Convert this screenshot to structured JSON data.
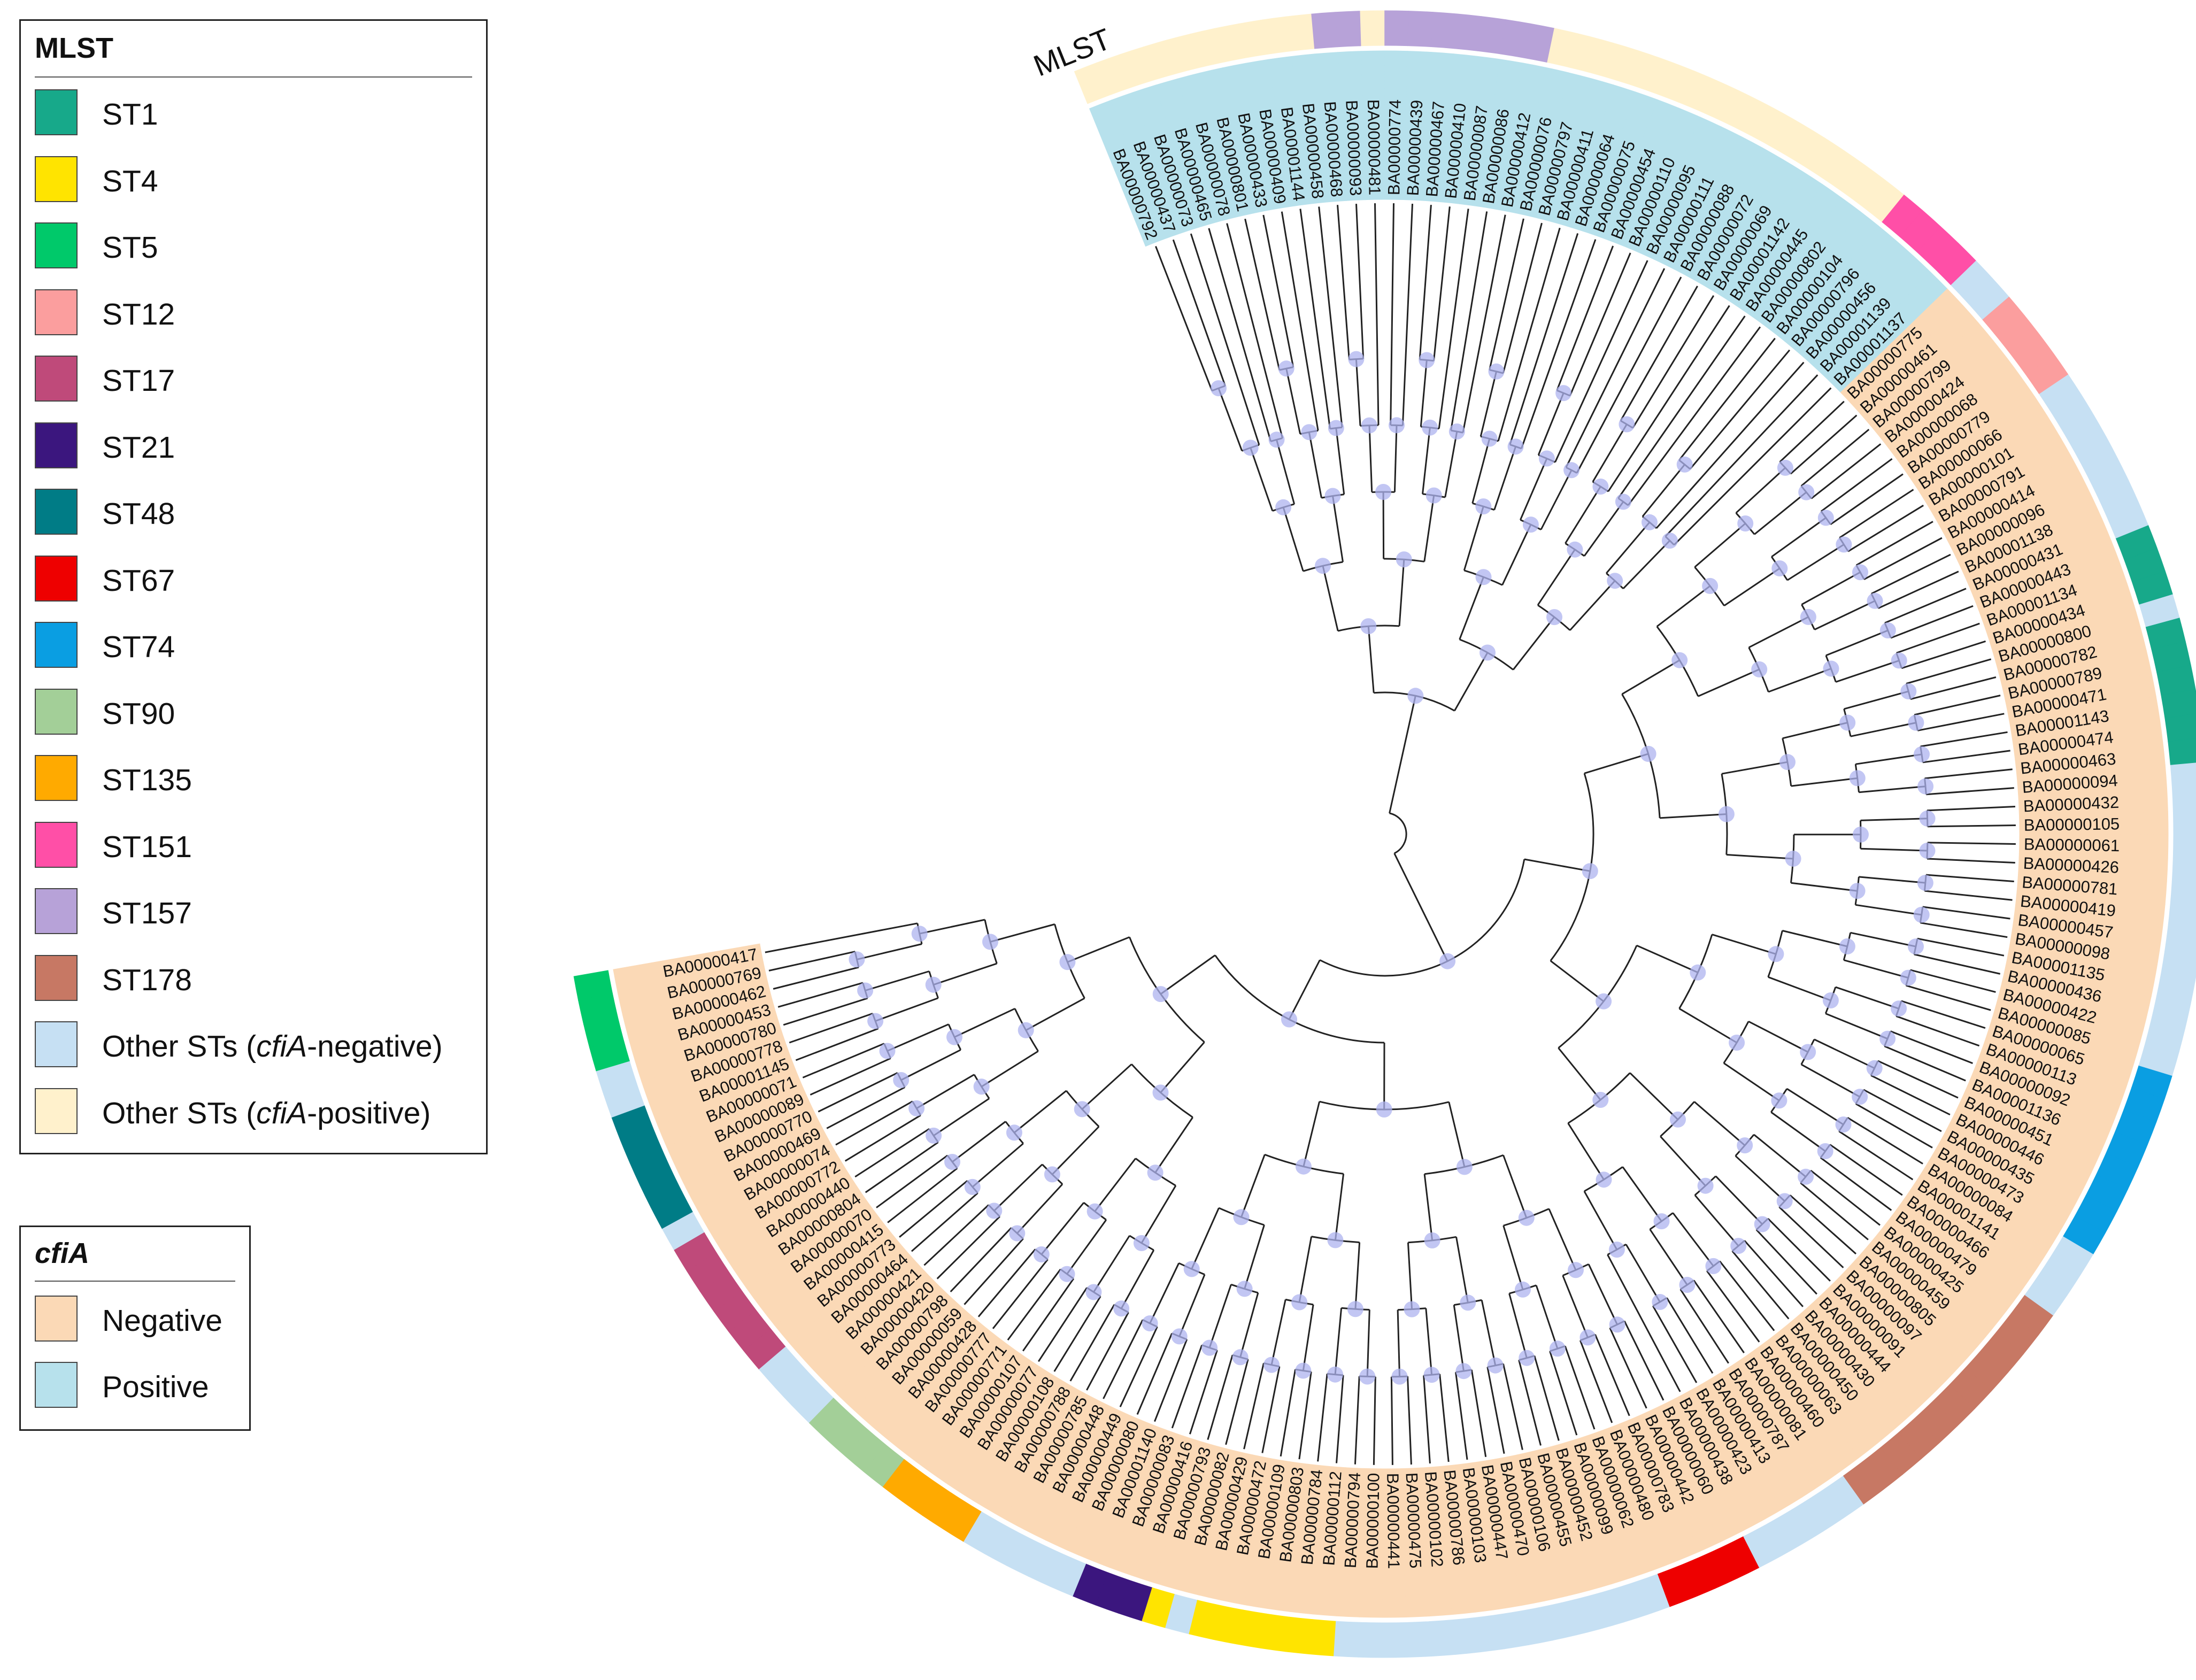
{
  "legend_mlst": {
    "title": "MLST",
    "items": [
      {
        "label": "ST1",
        "color": "#17a98a"
      },
      {
        "label": "ST4",
        "color": "#ffe400"
      },
      {
        "label": "ST5",
        "color": "#00c96a"
      },
      {
        "label": "ST12",
        "color": "#fb9e9e"
      },
      {
        "label": "ST17",
        "color": "#bf4a7a"
      },
      {
        "label": "ST21",
        "color": "#3b167e"
      },
      {
        "label": "ST48",
        "color": "#007c86"
      },
      {
        "label": "ST67",
        "color": "#ee0000"
      },
      {
        "label": "ST74",
        "color": "#0a9ee2"
      },
      {
        "label": "ST90",
        "color": "#a3cf98"
      },
      {
        "label": "ST135",
        "color": "#ffaa00"
      },
      {
        "label": "ST151",
        "color": "#ff4fa7"
      },
      {
        "label": "ST157",
        "color": "#b7a2d8"
      },
      {
        "label": "ST178",
        "color": "#c77864"
      },
      {
        "label_prefix": "Other STs (",
        "label_italic": "cfiA",
        "label_suffix": "-negative)",
        "color": "#c6e0f3"
      },
      {
        "label_prefix": "Other STs (",
        "label_italic": "cfiA",
        "label_suffix": "-positive)",
        "color": "#fff1cc"
      }
    ]
  },
  "legend_cfia": {
    "title": "cfiA",
    "items": [
      {
        "label": "Negative",
        "color": "#fbd9b6"
      },
      {
        "label": "Positive",
        "color": "#b7e1ec"
      }
    ]
  },
  "ring_label": "MLST",
  "tips": [
    {
      "id": "BA00000417",
      "cfiA": "Negative",
      "mlst": "ST5"
    },
    {
      "id": "BA00000769",
      "cfiA": "Negative",
      "mlst": "ST5"
    },
    {
      "id": "BA00000462",
      "cfiA": "Negative",
      "mlst": "ST5"
    },
    {
      "id": "BA00000453",
      "cfiA": "Negative",
      "mlst": "ST5"
    },
    {
      "id": "BA00000780",
      "cfiA": "Negative",
      "mlst": "Other-neg"
    },
    {
      "id": "BA00000778",
      "cfiA": "Negative",
      "mlst": "Other-neg"
    },
    {
      "id": "BA00001145",
      "cfiA": "Negative",
      "mlst": "ST48"
    },
    {
      "id": "BA00000071",
      "cfiA": "Negative",
      "mlst": "ST48"
    },
    {
      "id": "BA00000089",
      "cfiA": "Negative",
      "mlst": "ST48"
    },
    {
      "id": "BA00000770",
      "cfiA": "Negative",
      "mlst": "ST48"
    },
    {
      "id": "BA00000469",
      "cfiA": "Negative",
      "mlst": "ST48"
    },
    {
      "id": "BA00000074",
      "cfiA": "Negative",
      "mlst": "Other-neg"
    },
    {
      "id": "BA00000772",
      "cfiA": "Negative",
      "mlst": "ST17"
    },
    {
      "id": "BA00000440",
      "cfiA": "Negative",
      "mlst": "ST17"
    },
    {
      "id": "BA00000804",
      "cfiA": "Negative",
      "mlst": "ST17"
    },
    {
      "id": "BA00000070",
      "cfiA": "Negative",
      "mlst": "ST17"
    },
    {
      "id": "BA00000415",
      "cfiA": "Negative",
      "mlst": "ST17"
    },
    {
      "id": "BA00000773",
      "cfiA": "Negative",
      "mlst": "ST17"
    },
    {
      "id": "BA00000464",
      "cfiA": "Negative",
      "mlst": "Other-neg"
    },
    {
      "id": "BA00000421",
      "cfiA": "Negative",
      "mlst": "Other-neg"
    },
    {
      "id": "BA00000420",
      "cfiA": "Negative",
      "mlst": "Other-neg"
    },
    {
      "id": "BA00000798",
      "cfiA": "Negative",
      "mlst": "ST90"
    },
    {
      "id": "BA00000059",
      "cfiA": "Negative",
      "mlst": "ST90"
    },
    {
      "id": "BA00000428",
      "cfiA": "Negative",
      "mlst": "ST90"
    },
    {
      "id": "BA00000777",
      "cfiA": "Negative",
      "mlst": "ST90"
    },
    {
      "id": "BA00000771",
      "cfiA": "Negative",
      "mlst": "ST135"
    },
    {
      "id": "BA00000107",
      "cfiA": "Negative",
      "mlst": "ST135"
    },
    {
      "id": "BA00000077",
      "cfiA": "Negative",
      "mlst": "ST135"
    },
    {
      "id": "BA00000108",
      "cfiA": "Negative",
      "mlst": "ST135"
    },
    {
      "id": "BA00000788",
      "cfiA": "Negative",
      "mlst": "Other-neg"
    },
    {
      "id": "BA00000785",
      "cfiA": "Negative",
      "mlst": "Other-neg"
    },
    {
      "id": "BA00000448",
      "cfiA": "Negative",
      "mlst": "Other-neg"
    },
    {
      "id": "BA00000449",
      "cfiA": "Negative",
      "mlst": "Other-neg"
    },
    {
      "id": "BA00000080",
      "cfiA": "Negative",
      "mlst": "Other-neg"
    },
    {
      "id": "BA00001140",
      "cfiA": "Negative",
      "mlst": "ST21"
    },
    {
      "id": "BA00000083",
      "cfiA": "Negative",
      "mlst": "ST21"
    },
    {
      "id": "BA00000416",
      "cfiA": "Negative",
      "mlst": "ST21"
    },
    {
      "id": "BA00000793",
      "cfiA": "Negative",
      "mlst": "ST4"
    },
    {
      "id": "BA00000082",
      "cfiA": "Negative",
      "mlst": "Other-neg"
    },
    {
      "id": "BA00000429",
      "cfiA": "Negative",
      "mlst": "ST4"
    },
    {
      "id": "BA00000472",
      "cfiA": "Negative",
      "mlst": "ST4"
    },
    {
      "id": "BA00000109",
      "cfiA": "Negative",
      "mlst": "ST4"
    },
    {
      "id": "BA00000803",
      "cfiA": "Negative",
      "mlst": "ST4"
    },
    {
      "id": "BA00000784",
      "cfiA": "Negative",
      "mlst": "ST4"
    },
    {
      "id": "BA00000112",
      "cfiA": "Negative",
      "mlst": "ST4"
    },
    {
      "id": "BA00000794",
      "cfiA": "Negative",
      "mlst": "Other-neg"
    },
    {
      "id": "BA00000100",
      "cfiA": "Negative",
      "mlst": "Other-neg"
    },
    {
      "id": "BA00000441",
      "cfiA": "Negative",
      "mlst": "Other-neg"
    },
    {
      "id": "BA00000475",
      "cfiA": "Negative",
      "mlst": "Other-neg"
    },
    {
      "id": "BA00000102",
      "cfiA": "Negative",
      "mlst": "Other-neg"
    },
    {
      "id": "BA00000786",
      "cfiA": "Negative",
      "mlst": "Other-neg"
    },
    {
      "id": "BA00000103",
      "cfiA": "Negative",
      "mlst": "Other-neg"
    },
    {
      "id": "BA00000447",
      "cfiA": "Negative",
      "mlst": "Other-neg"
    },
    {
      "id": "BA00000470",
      "cfiA": "Negative",
      "mlst": "Other-neg"
    },
    {
      "id": "BA00000106",
      "cfiA": "Negative",
      "mlst": "Other-neg"
    },
    {
      "id": "BA00000455",
      "cfiA": "Negative",
      "mlst": "Other-neg"
    },
    {
      "id": "BA00000452",
      "cfiA": "Negative",
      "mlst": "Other-neg"
    },
    {
      "id": "BA00000099",
      "cfiA": "Negative",
      "mlst": "Other-neg"
    },
    {
      "id": "BA00000062",
      "cfiA": "Negative",
      "mlst": "Other-neg"
    },
    {
      "id": "BA00000480",
      "cfiA": "Negative",
      "mlst": "ST67"
    },
    {
      "id": "BA00000783",
      "cfiA": "Negative",
      "mlst": "ST67"
    },
    {
      "id": "BA00000442",
      "cfiA": "Negative",
      "mlst": "ST67"
    },
    {
      "id": "BA00000060",
      "cfiA": "Negative",
      "mlst": "ST67"
    },
    {
      "id": "BA00000438",
      "cfiA": "Negative",
      "mlst": "Other-neg"
    },
    {
      "id": "BA00000423",
      "cfiA": "Negative",
      "mlst": "Other-neg"
    },
    {
      "id": "BA00000413",
      "cfiA": "Negative",
      "mlst": "Other-neg"
    },
    {
      "id": "BA00000787",
      "cfiA": "Negative",
      "mlst": "Other-neg"
    },
    {
      "id": "BA00000081",
      "cfiA": "Negative",
      "mlst": "Other-neg"
    },
    {
      "id": "BA00000460",
      "cfiA": "Negative",
      "mlst": "ST178"
    },
    {
      "id": "BA00000063",
      "cfiA": "Negative",
      "mlst": "ST178"
    },
    {
      "id": "BA00000450",
      "cfiA": "Negative",
      "mlst": "ST178"
    },
    {
      "id": "BA00000430",
      "cfiA": "Negative",
      "mlst": "ST178"
    },
    {
      "id": "BA00000444",
      "cfiA": "Negative",
      "mlst": "ST178"
    },
    {
      "id": "BA00000091",
      "cfiA": "Negative",
      "mlst": "ST178"
    },
    {
      "id": "BA00000097",
      "cfiA": "Negative",
      "mlst": "ST178"
    },
    {
      "id": "BA00000805",
      "cfiA": "Negative",
      "mlst": "ST178"
    },
    {
      "id": "BA00000459",
      "cfiA": "Negative",
      "mlst": "ST178"
    },
    {
      "id": "BA00000425",
      "cfiA": "Negative",
      "mlst": "ST178"
    },
    {
      "id": "BA00000479",
      "cfiA": "Negative",
      "mlst": "ST178"
    },
    {
      "id": "BA00000466",
      "cfiA": "Negative",
      "mlst": "Other-neg"
    },
    {
      "id": "BA00001141",
      "cfiA": "Negative",
      "mlst": "Other-neg"
    },
    {
      "id": "BA00000084",
      "cfiA": "Negative",
      "mlst": "Other-neg"
    },
    {
      "id": "BA00000473",
      "cfiA": "Negative",
      "mlst": "ST74"
    },
    {
      "id": "BA00000435",
      "cfiA": "Negative",
      "mlst": "ST74"
    },
    {
      "id": "BA00000446",
      "cfiA": "Negative",
      "mlst": "ST74"
    },
    {
      "id": "BA00000451",
      "cfiA": "Negative",
      "mlst": "ST74"
    },
    {
      "id": "BA00001136",
      "cfiA": "Negative",
      "mlst": "ST74"
    },
    {
      "id": "BA00000092",
      "cfiA": "Negative",
      "mlst": "ST74"
    },
    {
      "id": "BA00000113",
      "cfiA": "Negative",
      "mlst": "ST74"
    },
    {
      "id": "BA00000065",
      "cfiA": "Negative",
      "mlst": "ST74"
    },
    {
      "id": "BA00000085",
      "cfiA": "Negative",
      "mlst": "Other-neg"
    },
    {
      "id": "BA00000422",
      "cfiA": "Negative",
      "mlst": "Other-neg"
    },
    {
      "id": "BA00000436",
      "cfiA": "Negative",
      "mlst": "Other-neg"
    },
    {
      "id": "BA00001135",
      "cfiA": "Negative",
      "mlst": "Other-neg"
    },
    {
      "id": "BA00000098",
      "cfiA": "Negative",
      "mlst": "Other-neg"
    },
    {
      "id": "BA00000457",
      "cfiA": "Negative",
      "mlst": "Other-neg"
    },
    {
      "id": "BA00000419",
      "cfiA": "Negative",
      "mlst": "Other-neg"
    },
    {
      "id": "BA00000781",
      "cfiA": "Negative",
      "mlst": "Other-neg"
    },
    {
      "id": "BA00000426",
      "cfiA": "Negative",
      "mlst": "Other-neg"
    },
    {
      "id": "BA00000061",
      "cfiA": "Negative",
      "mlst": "Other-neg"
    },
    {
      "id": "BA00000105",
      "cfiA": "Negative",
      "mlst": "Other-neg"
    },
    {
      "id": "BA00000432",
      "cfiA": "Negative",
      "mlst": "Other-neg"
    },
    {
      "id": "BA00000094",
      "cfiA": "Negative",
      "mlst": "Other-neg"
    },
    {
      "id": "BA00000463",
      "cfiA": "Negative",
      "mlst": "ST1"
    },
    {
      "id": "BA00000474",
      "cfiA": "Negative",
      "mlst": "ST1"
    },
    {
      "id": "BA00001143",
      "cfiA": "Negative",
      "mlst": "ST1"
    },
    {
      "id": "BA00000471",
      "cfiA": "Negative",
      "mlst": "ST1"
    },
    {
      "id": "BA00000789",
      "cfiA": "Negative",
      "mlst": "ST1"
    },
    {
      "id": "BA00000782",
      "cfiA": "Negative",
      "mlst": "ST1"
    },
    {
      "id": "BA00000800",
      "cfiA": "Negative",
      "mlst": "Other-neg"
    },
    {
      "id": "BA00000434",
      "cfiA": "Negative",
      "mlst": "ST1"
    },
    {
      "id": "BA00001134",
      "cfiA": "Negative",
      "mlst": "ST1"
    },
    {
      "id": "BA00000443",
      "cfiA": "Negative",
      "mlst": "ST1"
    },
    {
      "id": "BA00000431",
      "cfiA": "Negative",
      "mlst": "Other-neg"
    },
    {
      "id": "BA00001138",
      "cfiA": "Negative",
      "mlst": "Other-neg"
    },
    {
      "id": "BA00000096",
      "cfiA": "Negative",
      "mlst": "Other-neg"
    },
    {
      "id": "BA00000414",
      "cfiA": "Negative",
      "mlst": "Other-neg"
    },
    {
      "id": "BA00000791",
      "cfiA": "Negative",
      "mlst": "Other-neg"
    },
    {
      "id": "BA00000101",
      "cfiA": "Negative",
      "mlst": "Other-neg"
    },
    {
      "id": "BA00000066",
      "cfiA": "Negative",
      "mlst": "Other-neg"
    },
    {
      "id": "BA00000779",
      "cfiA": "Negative",
      "mlst": "ST12"
    },
    {
      "id": "BA00000068",
      "cfiA": "Negative",
      "mlst": "ST12"
    },
    {
      "id": "BA00000424",
      "cfiA": "Negative",
      "mlst": "ST12"
    },
    {
      "id": "BA00000799",
      "cfiA": "Negative",
      "mlst": "ST12"
    },
    {
      "id": "BA00000461",
      "cfiA": "Negative",
      "mlst": "Other-neg"
    },
    {
      "id": "BA00000775",
      "cfiA": "Negative",
      "mlst": "Other-neg"
    },
    {
      "id": "BA00001137",
      "cfiA": "Positive",
      "mlst": "ST151"
    },
    {
      "id": "BA00001139",
      "cfiA": "Positive",
      "mlst": "ST151"
    },
    {
      "id": "BA00000456",
      "cfiA": "Positive",
      "mlst": "ST151"
    },
    {
      "id": "BA00000796",
      "cfiA": "Positive",
      "mlst": "ST151"
    },
    {
      "id": "BA00000104",
      "cfiA": "Positive",
      "mlst": "Other-pos"
    },
    {
      "id": "BA00000802",
      "cfiA": "Positive",
      "mlst": "Other-pos"
    },
    {
      "id": "BA00000445",
      "cfiA": "Positive",
      "mlst": "Other-pos"
    },
    {
      "id": "BA00001142",
      "cfiA": "Positive",
      "mlst": "Other-pos"
    },
    {
      "id": "BA00000069",
      "cfiA": "Positive",
      "mlst": "Other-pos"
    },
    {
      "id": "BA00000072",
      "cfiA": "Positive",
      "mlst": "Other-pos"
    },
    {
      "id": "BA00000088",
      "cfiA": "Positive",
      "mlst": "Other-pos"
    },
    {
      "id": "BA00000111",
      "cfiA": "Positive",
      "mlst": "Other-pos"
    },
    {
      "id": "BA00000095",
      "cfiA": "Positive",
      "mlst": "Other-pos"
    },
    {
      "id": "BA00000110",
      "cfiA": "Positive",
      "mlst": "Other-pos"
    },
    {
      "id": "BA00000454",
      "cfiA": "Positive",
      "mlst": "Other-pos"
    },
    {
      "id": "BA00000075",
      "cfiA": "Positive",
      "mlst": "Other-pos"
    },
    {
      "id": "BA00000064",
      "cfiA": "Positive",
      "mlst": "Other-pos"
    },
    {
      "id": "BA00000411",
      "cfiA": "Positive",
      "mlst": "Other-pos"
    },
    {
      "id": "BA00000797",
      "cfiA": "Positive",
      "mlst": "Other-pos"
    },
    {
      "id": "BA00000076",
      "cfiA": "Positive",
      "mlst": "Other-pos"
    },
    {
      "id": "BA00000412",
      "cfiA": "Positive",
      "mlst": "ST157"
    },
    {
      "id": "BA00000086",
      "cfiA": "Positive",
      "mlst": "ST157"
    },
    {
      "id": "BA00000087",
      "cfiA": "Positive",
      "mlst": "ST157"
    },
    {
      "id": "BA00000410",
      "cfiA": "Positive",
      "mlst": "ST157"
    },
    {
      "id": "BA00000467",
      "cfiA": "Positive",
      "mlst": "ST157"
    },
    {
      "id": "BA00000439",
      "cfiA": "Positive",
      "mlst": "ST157"
    },
    {
      "id": "BA00000774",
      "cfiA": "Positive",
      "mlst": "ST157"
    },
    {
      "id": "BA00000481",
      "cfiA": "Positive",
      "mlst": "Other-pos"
    },
    {
      "id": "BA00000093",
      "cfiA": "Positive",
      "mlst": "ST157"
    },
    {
      "id": "BA00000468",
      "cfiA": "Positive",
      "mlst": "ST157"
    },
    {
      "id": "BA00000458",
      "cfiA": "Positive",
      "mlst": "Other-pos"
    },
    {
      "id": "BA00001144",
      "cfiA": "Positive",
      "mlst": "Other-pos"
    },
    {
      "id": "BA00000409",
      "cfiA": "Positive",
      "mlst": "Other-pos"
    },
    {
      "id": "BA00000433",
      "cfiA": "Positive",
      "mlst": "Other-pos"
    },
    {
      "id": "BA00000801",
      "cfiA": "Positive",
      "mlst": "Other-pos"
    },
    {
      "id": "BA00000078",
      "cfiA": "Positive",
      "mlst": "Other-pos"
    },
    {
      "id": "BA00000465",
      "cfiA": "Positive",
      "mlst": "Other-pos"
    },
    {
      "id": "BA00000073",
      "cfiA": "Positive",
      "mlst": "Other-pos"
    },
    {
      "id": "BA00000437",
      "cfiA": "Positive",
      "mlst": "Other-pos"
    },
    {
      "id": "BA00000792",
      "cfiA": "Positive",
      "mlst": "Other-pos"
    }
  ]
}
